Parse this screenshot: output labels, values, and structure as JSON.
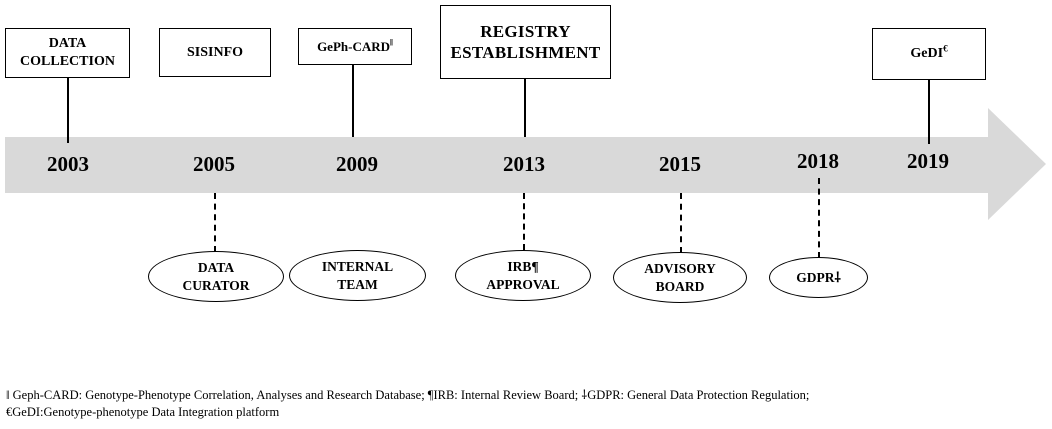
{
  "timeline": {
    "top_events": [
      {
        "id": "2003",
        "lines": [
          "DATA",
          "COLLECTION"
        ],
        "mark": ""
      },
      {
        "id": "2005",
        "lines": [
          "SISINFO"
        ],
        "mark": ""
      },
      {
        "id": "2009",
        "lines": [
          "GePh-CARD"
        ],
        "mark": "ǁ"
      },
      {
        "id": "2013",
        "lines": [
          "REGISTRY",
          "ESTABLISHMENT"
        ],
        "mark": ""
      },
      {
        "id": "2019",
        "lines": [
          "GeDI"
        ],
        "mark": "€"
      }
    ],
    "years": [
      "2003",
      "2005",
      "2009",
      "2013",
      "2015",
      "2018",
      "2019"
    ],
    "bottom_events": [
      {
        "id": "2005",
        "lines": [
          "DATA",
          "CURATOR"
        ]
      },
      {
        "id": "2009",
        "lines": [
          "INTERNAL",
          "TEAM"
        ]
      },
      {
        "id": "2013",
        "lines": [
          "IRB¶",
          "APPROVAL"
        ]
      },
      {
        "id": "2015",
        "lines": [
          "ADVISORY",
          "BOARD"
        ]
      },
      {
        "id": "2018",
        "lines": [
          "GDPR⸸"
        ]
      }
    ],
    "arrow_color": "#d9d9d9"
  },
  "footnote": {
    "line1": "ǁ Geph-CARD: Genotype-Phenotype Correlation, Analyses and Research Database; ¶IRB: Internal Review Board; ⸸GDPR: General Data Protection Regulation;",
    "line2": "€GeDI:Genotype-phenotype Data Integration platform"
  }
}
